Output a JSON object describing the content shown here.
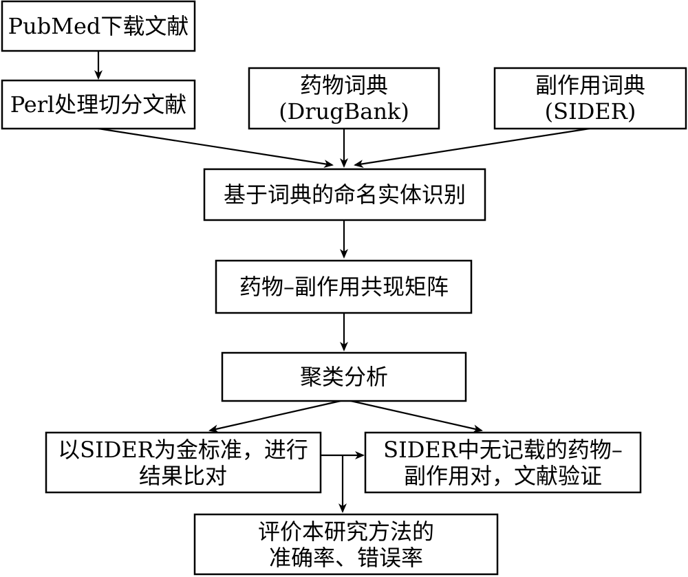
{
  "nodes": {
    "pubmed": {
      "lines": [
        "PubMed下载文献"
      ]
    },
    "perl": {
      "lines": [
        "Perl处理切分文献"
      ]
    },
    "drug_dict": {
      "lines": [
        "药物词典",
        "(DrugBank)"
      ]
    },
    "se_dict": {
      "lines": [
        "副作用词典",
        "(SIDER)"
      ]
    },
    "ner": {
      "lines": [
        "基于词典的命名实体识别"
      ]
    },
    "matrix": {
      "lines": [
        "药物–副作用共现矩阵"
      ]
    },
    "cluster": {
      "lines": [
        "聚类分析"
      ]
    },
    "gold": {
      "lines": [
        "以SIDER为金标准，进行",
        "结果比对"
      ]
    },
    "literature": {
      "lines": [
        "SIDER中无记载的药物–",
        "副作用对，文献验证"
      ]
    },
    "evaluate": {
      "lines": [
        "评价本研究方法的",
        "准确率、错误率"
      ]
    }
  }
}
